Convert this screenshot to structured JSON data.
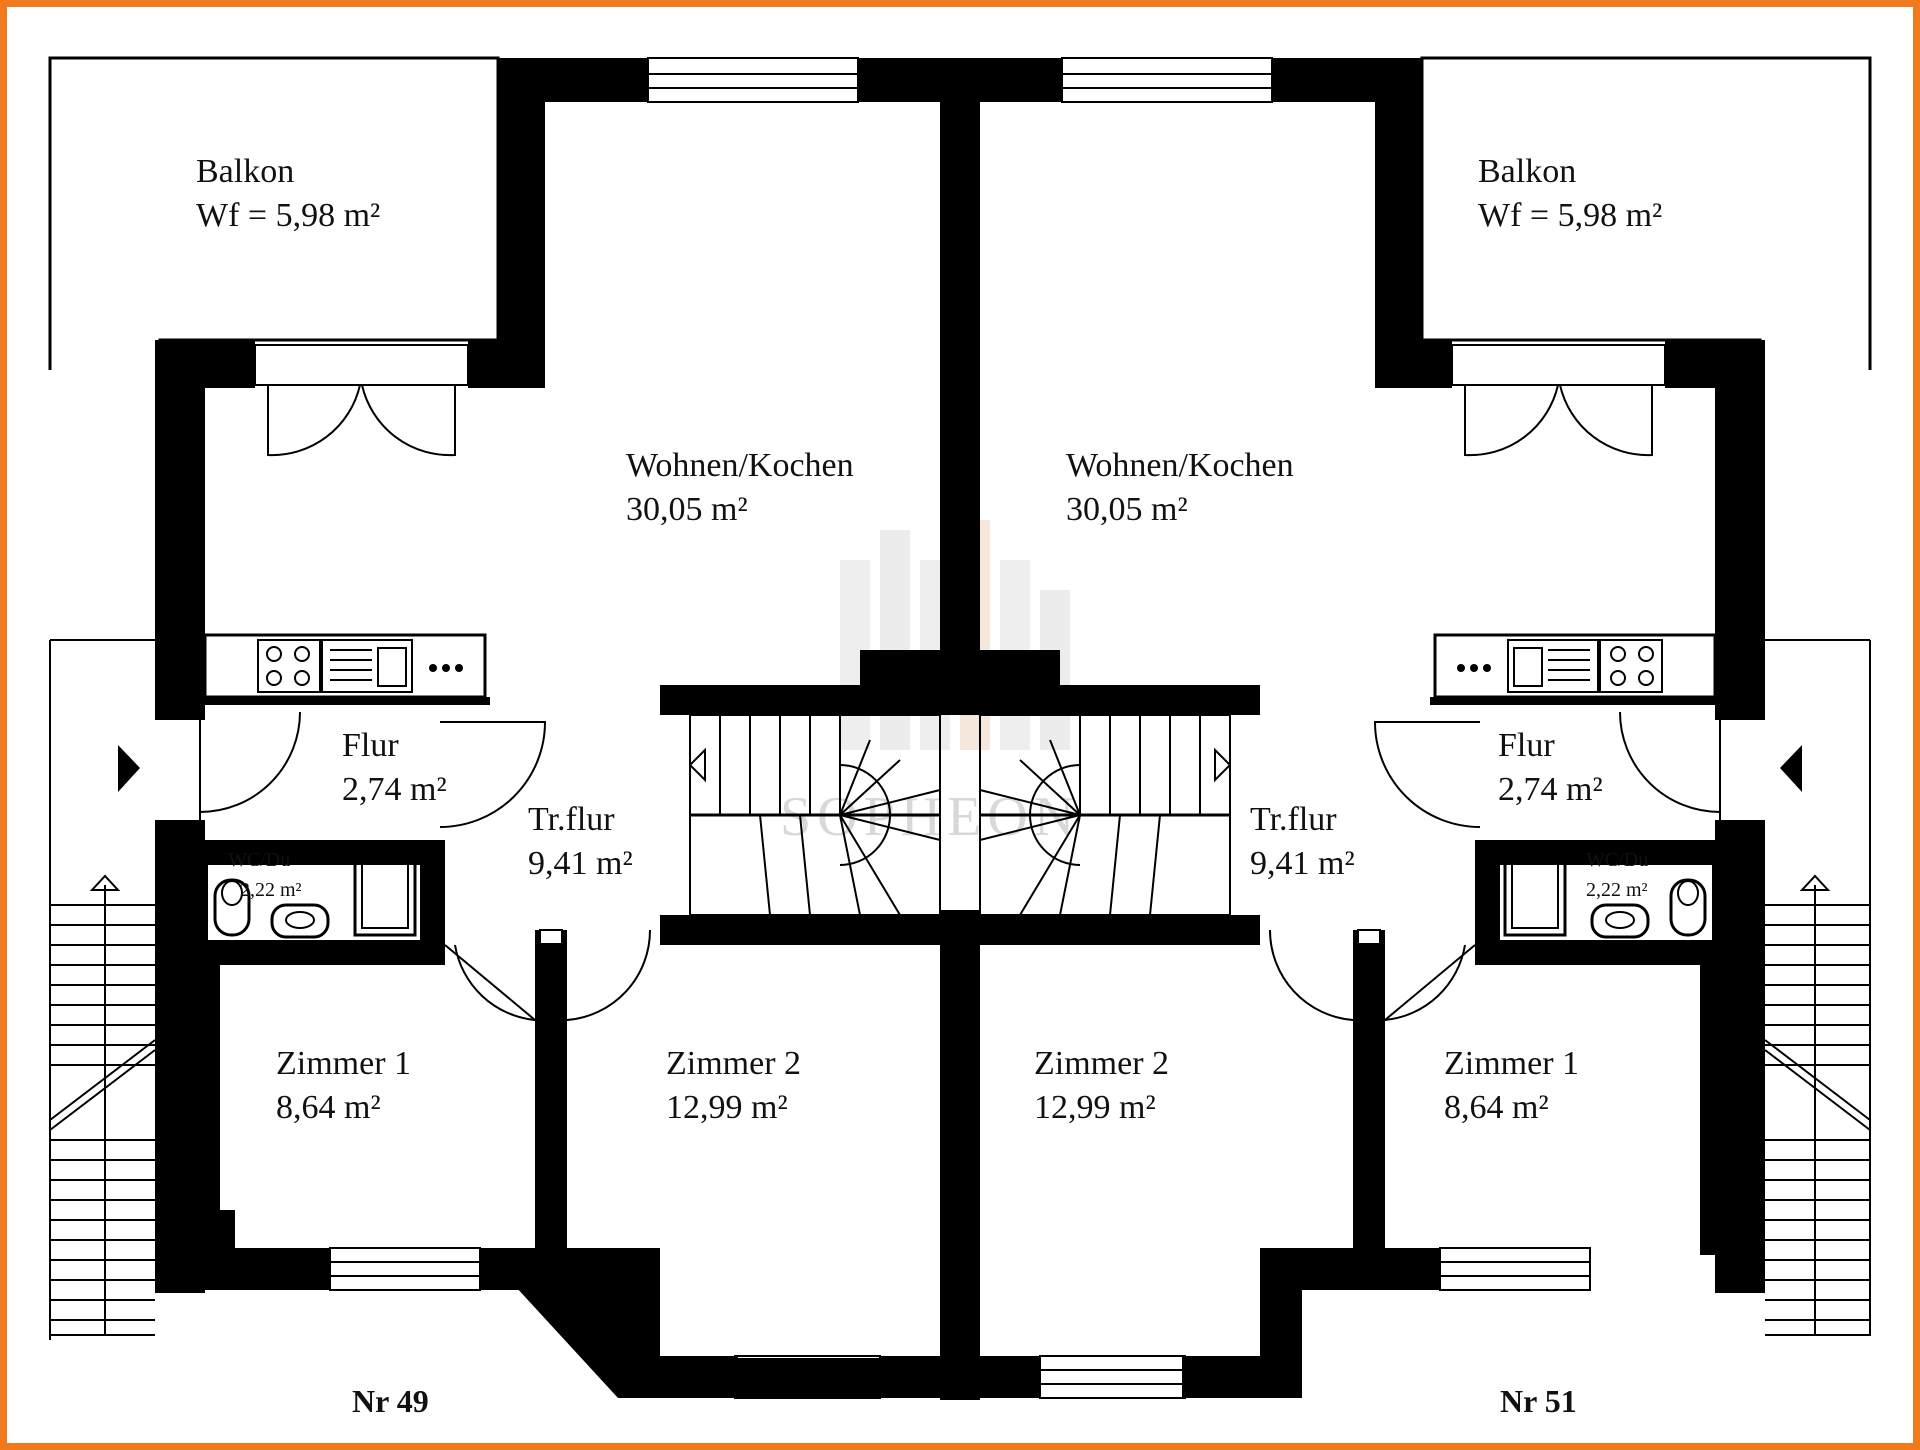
{
  "frame_color": "#f07a1c",
  "rooms": {
    "left": {
      "balkon_name": "Balkon",
      "balkon_area": "Wf = 5,98 m²",
      "wohnen_name": "Wohnen/Kochen",
      "wohnen_area": "30,05 m²",
      "flur_name": "Flur",
      "flur_area": "2,74 m²",
      "trflur_name": "Tr.flur",
      "trflur_area": "9,41 m²",
      "wc_name": "WC/Du",
      "wc_area": "2,22 m²",
      "zimmer1_name": "Zimmer 1",
      "zimmer1_area": "8,64 m²",
      "zimmer2_name": "Zimmer 2",
      "zimmer2_area": "12,99 m²",
      "house_number": "Nr 49"
    },
    "right": {
      "balkon_name": "Balkon",
      "balkon_area": "Wf = 5,98 m²",
      "wohnen_name": "Wohnen/Kochen",
      "wohnen_area": "30,05 m²",
      "flur_name": "Flur",
      "flur_area": "2,74 m²",
      "trflur_name": "Tr.flur",
      "trflur_area": "9,41 m²",
      "wc_name": "WC/Du",
      "wc_area": "2,22 m²",
      "zimmer1_name": "Zimmer 1",
      "zimmer1_area": "8,64 m²",
      "zimmer2_name": "Zimmer 2",
      "zimmer2_area": "12,99 m²",
      "house_number": "Nr 51"
    }
  },
  "watermark": "SOPHEON",
  "icons": [
    "entrance-arrow-icon",
    "stair-arrow-icon",
    "stove-icon",
    "sink-icon",
    "toilet-icon",
    "washbasin-icon"
  ]
}
